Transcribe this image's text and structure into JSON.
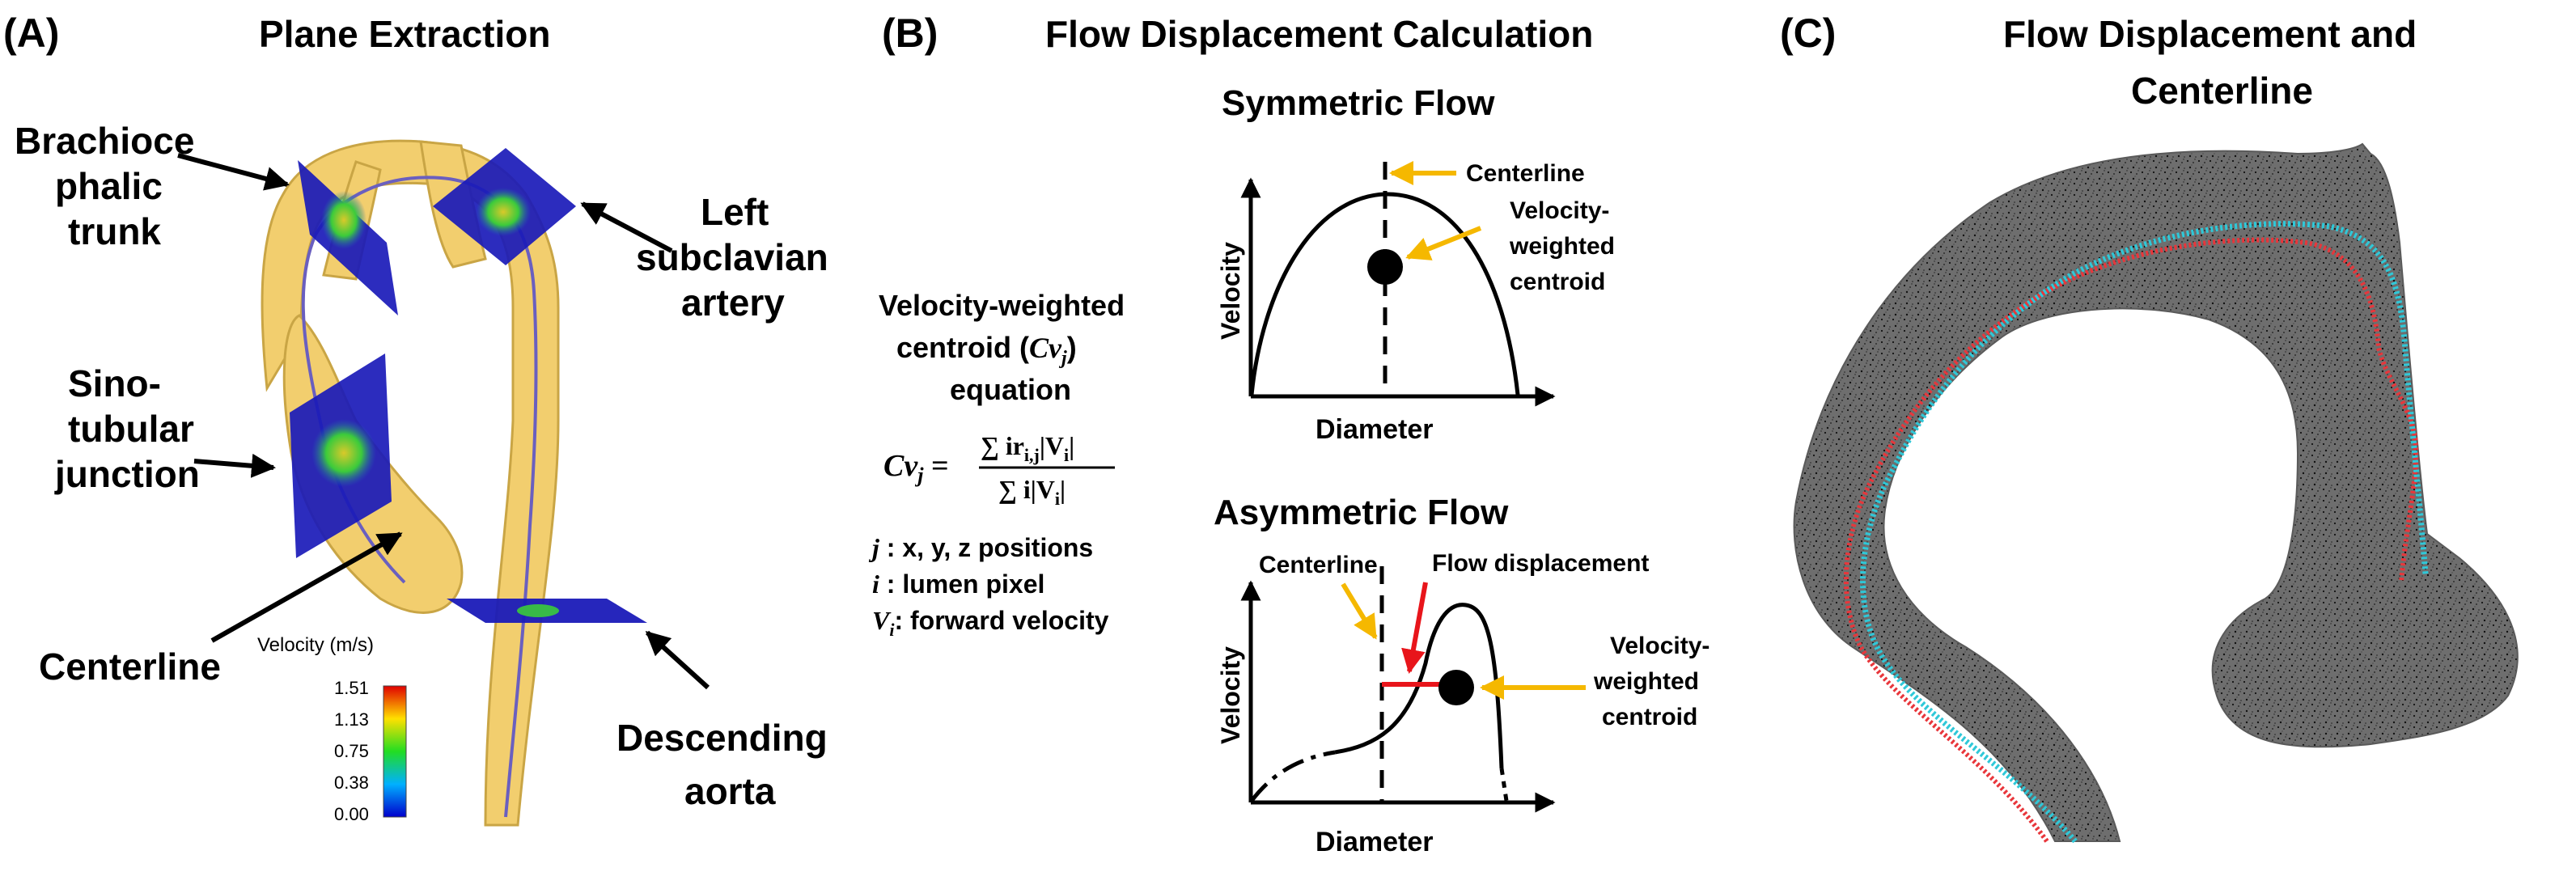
{
  "panel_a": {
    "label": "(A)",
    "title": "Plane Extraction",
    "labels": {
      "brachio_1": "Brachioce",
      "brachio_2": "phalic",
      "brachio_3": "trunk",
      "left_sub_1": "Left",
      "left_sub_2": "subclavian",
      "left_sub_3": "artery",
      "sino_1": "Sino-",
      "sino_2": "tubular",
      "sino_3": "junction",
      "centerline": "Centerline",
      "desc_1": "Descending",
      "desc_2": "aorta"
    },
    "colorbar": {
      "title": "Velocity (m/s)",
      "ticks": [
        "1.51",
        "1.13",
        "0.75",
        "0.38",
        "0.00"
      ]
    }
  },
  "panel_b": {
    "label": "(B)",
    "title": "Flow Displacement Calculation",
    "equation": {
      "caption_1": "Velocity-weighted",
      "caption_2": "centroid (",
      "cv": "Cv",
      "sub_j": "j",
      "caption_3": ")",
      "caption_4": "equation",
      "lhs": "Cv",
      "eq": " = ",
      "numerator": "∑ ir",
      "num_sub": "i,j",
      "num_abs": "|V",
      "num_abs_sub": "i",
      "num_close": "|",
      "denominator": "∑ i|V",
      "den_sub": "i",
      "den_close": "|",
      "def_j_sym": "j",
      "def_j": " : x, y, z positions",
      "def_i_sym": "i",
      "def_i": " : lumen pixel",
      "def_v_sym": "V",
      "def_v_sub": "i",
      "def_v": ": forward velocity"
    },
    "symmetric": {
      "title": "Symmetric Flow",
      "xlabel": "Diameter",
      "ylabel": "Velocity",
      "centerline": "Centerline",
      "centroid_1": "Velocity-",
      "centroid_2": "weighted",
      "centroid_3": "centroid"
    },
    "asymmetric": {
      "title": "Asymmetric Flow",
      "xlabel": "Diameter",
      "ylabel": "Velocity",
      "centerline": "Centerline",
      "displacement": "Flow displacement",
      "centroid_1": "Velocity-",
      "centroid_2": "weighted",
      "centroid_3": "centroid"
    }
  },
  "panel_c": {
    "label": "(C)",
    "title_1": "Flow Displacement and",
    "title_2": "Centerline"
  },
  "colors": {
    "aorta": "#F2CE6E",
    "plane": "#1A1AB8",
    "arrow_yellow": "#F5B800",
    "arrow_red": "#E8151B",
    "mesh_gray": "#6E6E6E",
    "flow_red": "#E8363B",
    "centerline_cyan": "#2FC8D8"
  }
}
